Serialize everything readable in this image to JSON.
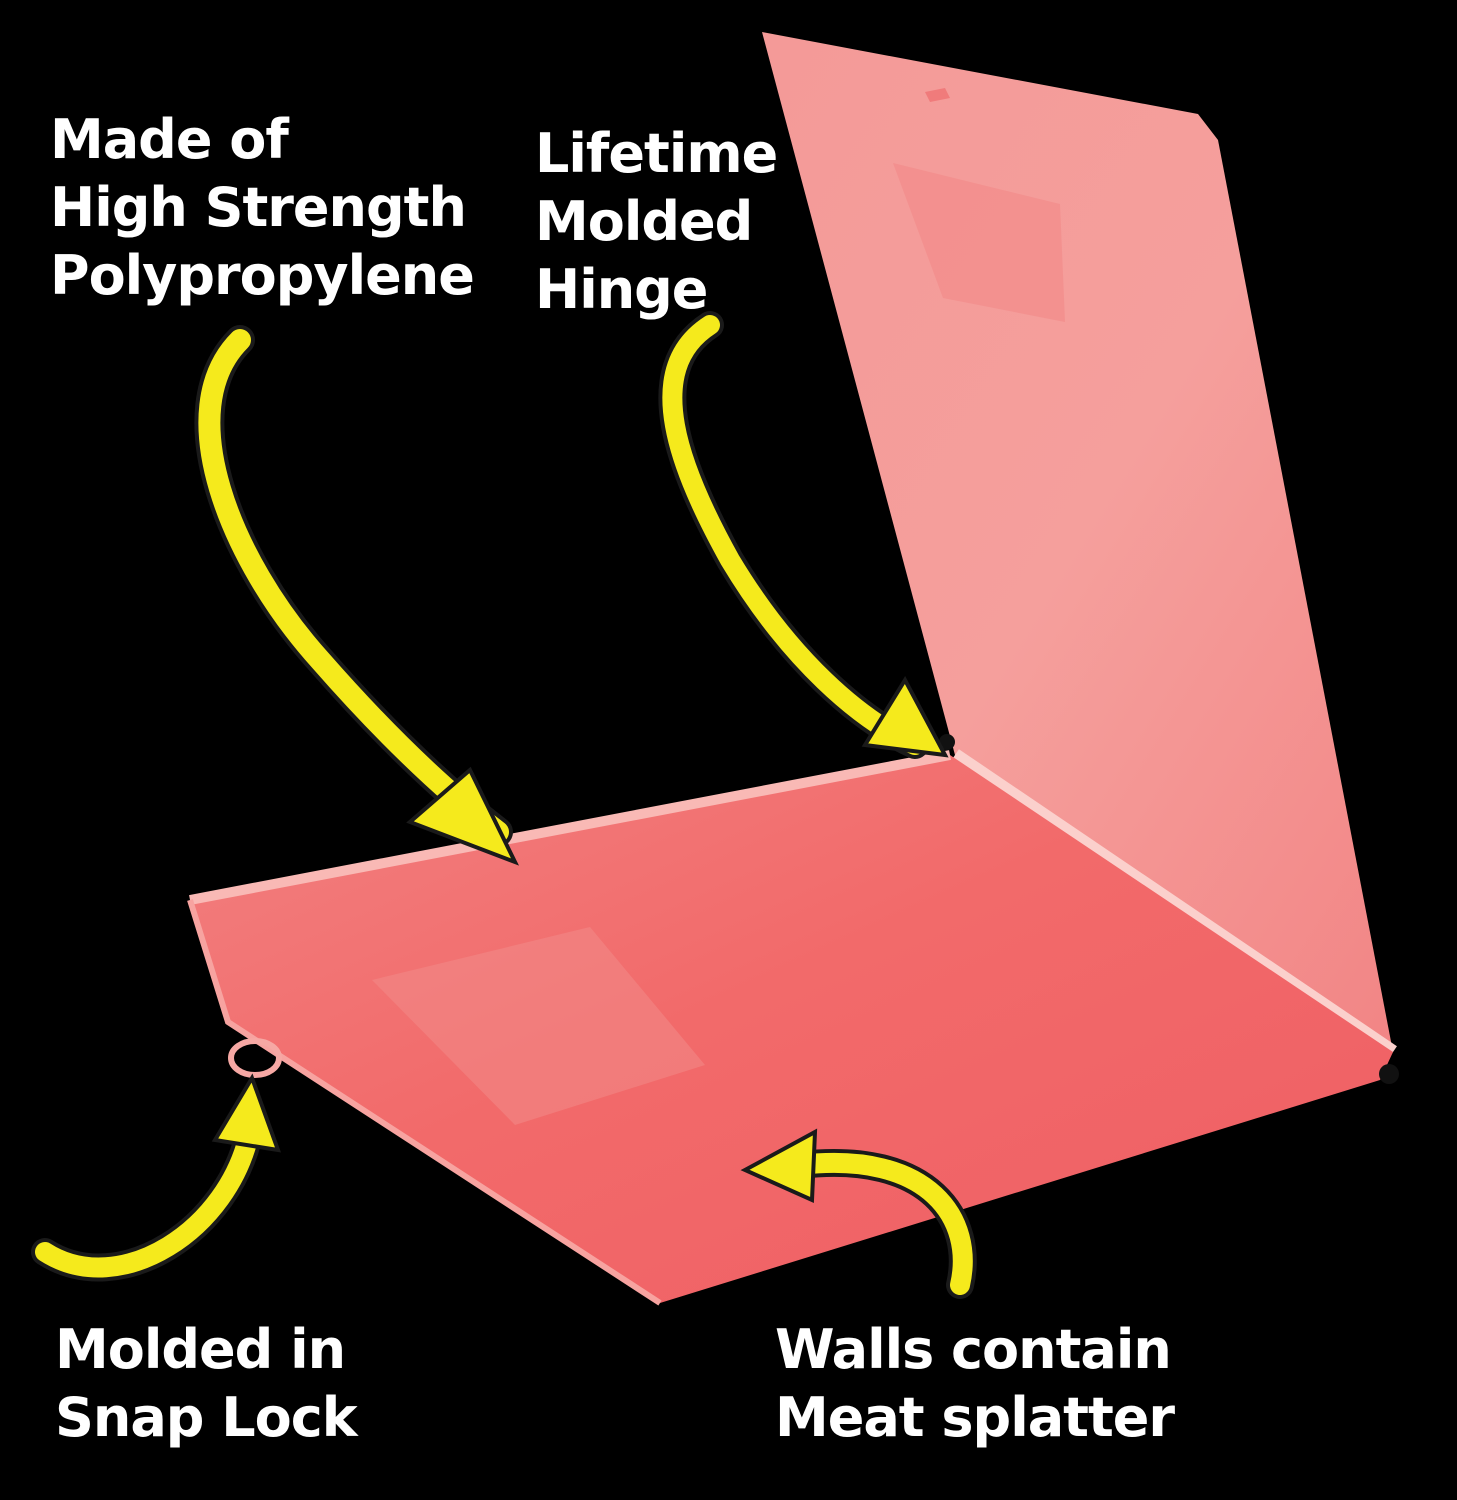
{
  "colors": {
    "background": "#000000",
    "text": "#ffffff",
    "arrow": "#f5ea1c",
    "arrow_outline": "#1a1a1a",
    "board_main": "#f26868",
    "board_light": "#f7a3a0",
    "board_edge": "#f9c6c2"
  },
  "callouts": {
    "material": {
      "line1": "Made of",
      "line2": "High Strength",
      "line3": "Polypropylene"
    },
    "hinge": {
      "line1": "Lifetime",
      "line2": "Molded",
      "line3": "Hinge"
    },
    "lock": {
      "line1": "Molded in",
      "line2": "Snap Lock"
    },
    "walls": {
      "line1": "Walls contain",
      "line2": "Meat splatter"
    }
  },
  "icons": {
    "material_arrow": "curved-arrow-icon",
    "hinge_arrow": "curved-arrow-icon",
    "lock_arrow": "curved-arrow-icon",
    "walls_arrow": "curved-arrow-icon"
  }
}
